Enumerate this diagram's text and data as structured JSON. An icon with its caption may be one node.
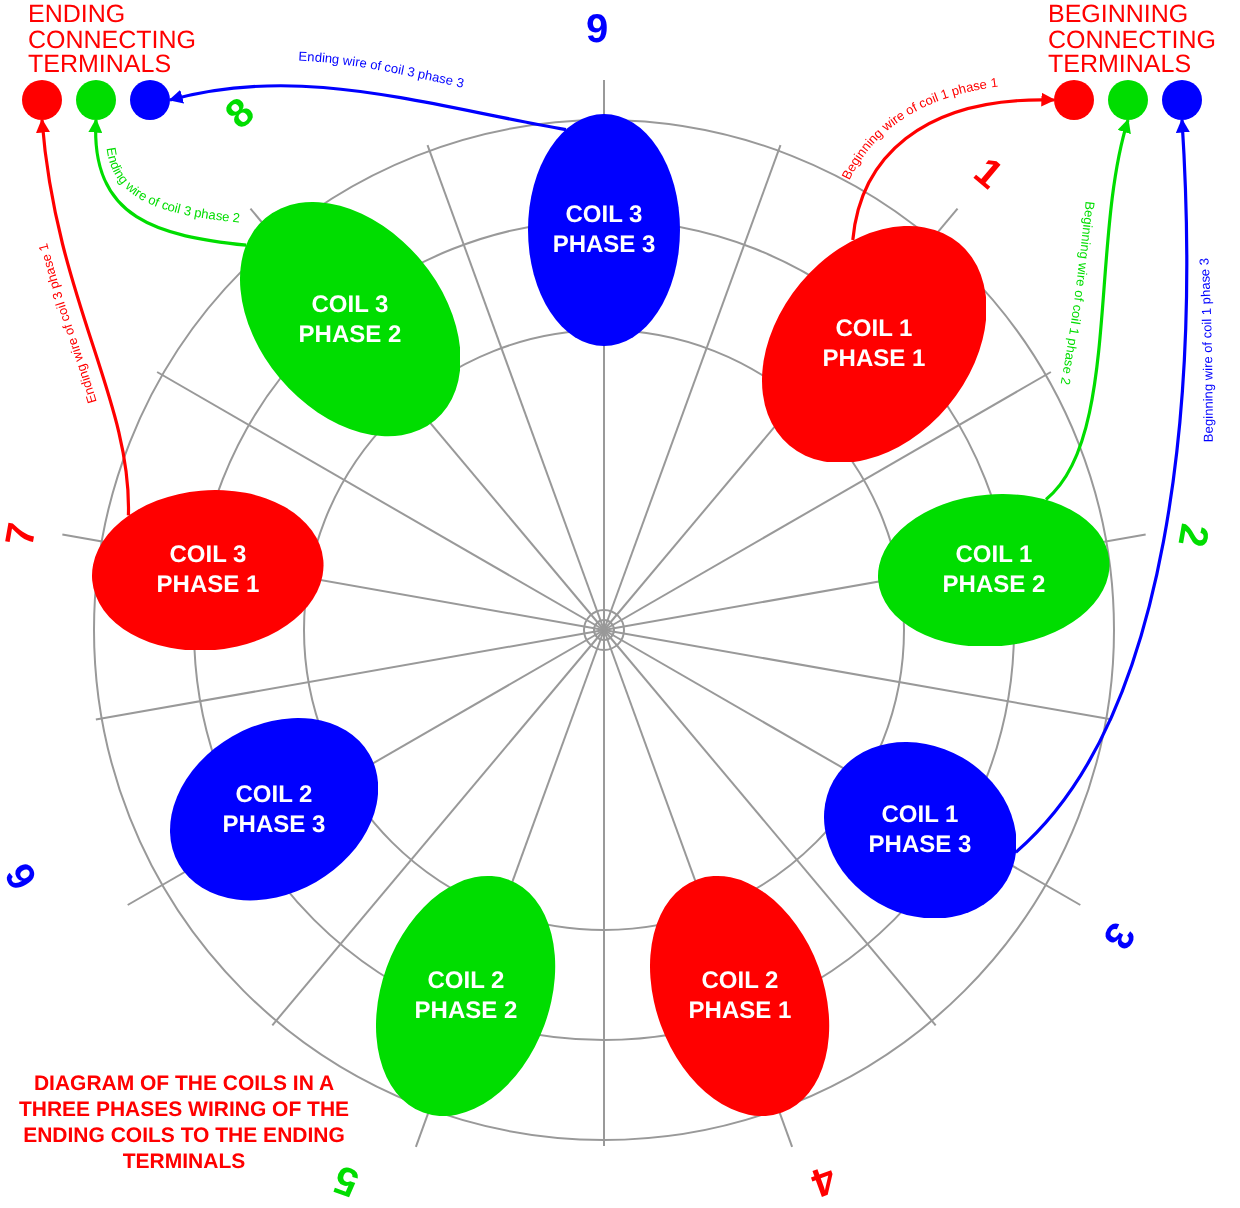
{
  "diagram": {
    "caption": "DIAGRAM OF THE COILS IN A THREE PHASES WIRING OF THE ENDING COILS TO THE ENDING TERMINALS",
    "nodes": [
      {
        "text": [],
        "shape": "circle"
      },
      {
        "text": [],
        "shape": "circle"
      },
      {
        "text": [],
        "shape": "circle"
      },
      {
        "text": [],
        "shape": "circle"
      },
      {
        "text": [],
        "shape": "circle"
      },
      {
        "text": [],
        "shape": "circle"
      },
      {
        "text": [
          "COIL 3 PHASE 3"
        ]
      },
      {
        "text": [
          "COIL 3 PHASE 2"
        ]
      },
      {
        "text": [
          "COIL 1 PHASE 1"
        ]
      },
      {
        "text": [
          "COIL 3 PHASE 1"
        ]
      },
      {
        "text": [
          "COIL 1 PHASE 2"
        ]
      },
      {
        "text": [
          "COIL 2 PHASE 3"
        ]
      },
      {
        "text": [
          "COIL 1 PHASE 3"
        ]
      },
      {
        "text": [
          "COIL 2 PHASE 2"
        ]
      },
      {
        "text": [
          "COIL 2 PHASE 1"
        ]
      }
    ],
    "edges": [
      {
        "from": 6,
        "to": 2,
        "arrow": "to",
        "label": "Ending wire of coil 3 phase 3",
        "color": "#0000ff"
      },
      {
        "from": 7,
        "to": 1,
        "arrow": "to",
        "label": "Ending wire of coil 3 phase 2",
        "color": "#00dd00"
      },
      {
        "from": 9,
        "to": 0,
        "arrow": "to",
        "label": "Ending wire of coil 3 phase 1",
        "color": "#ff0000"
      },
      {
        "from": 8,
        "to": 3,
        "arrow": "to",
        "label": "Beginning wire of coil 1 phase 1",
        "color": "#ff0000"
      },
      {
        "from": 10,
        "to": 4,
        "arrow": "to",
        "label": "Beginning wire of coil 1 phase 2",
        "color": "#00dd00"
      },
      {
        "from": 12,
        "to": 5,
        "arrow": "to",
        "label": "Beginning wire of coil 1 phase 3",
        "color": "#0000ff"
      }
    ],
    "labels": [
      "ENDING CONNECTING TERMINALS",
      "BEGINNING CONNECTING TERMINALS",
      "9",
      "8",
      "1",
      "7",
      "2",
      "6",
      "3",
      "5",
      "4"
    ]
  }
}
